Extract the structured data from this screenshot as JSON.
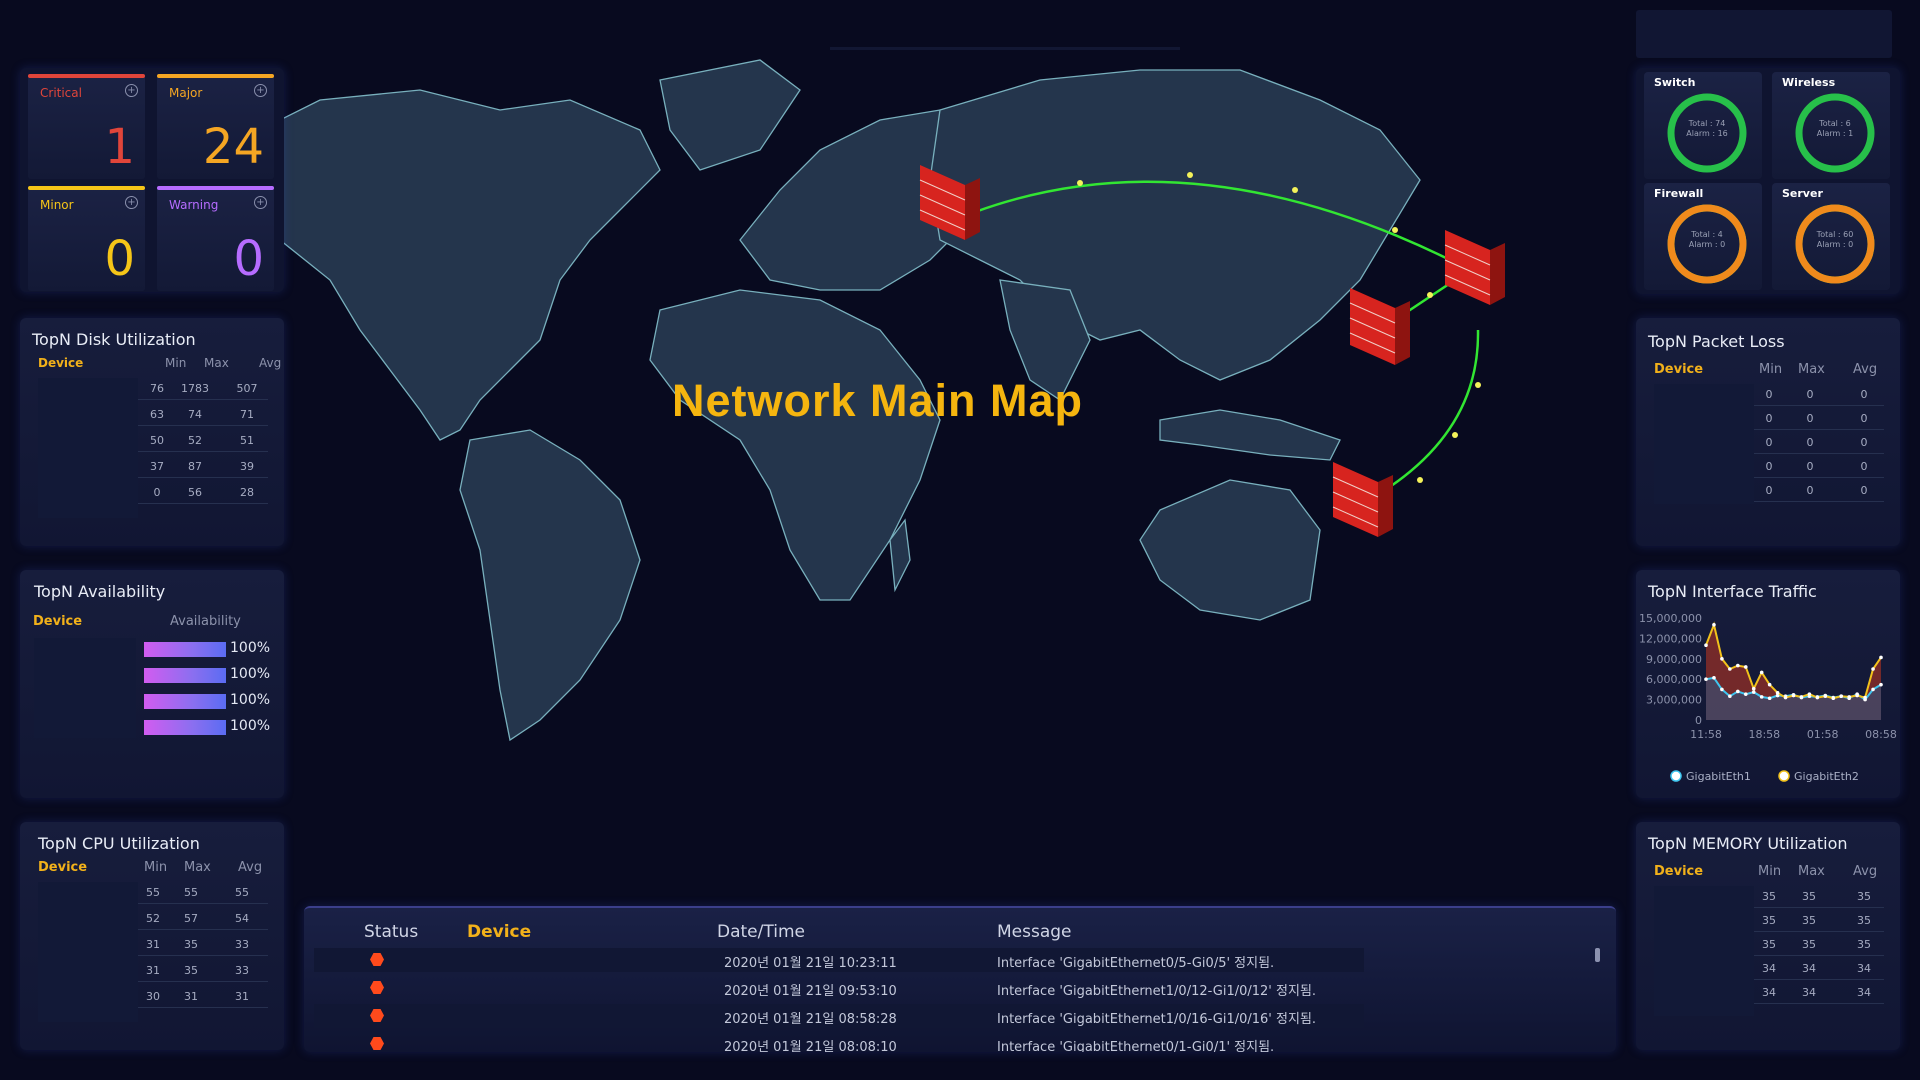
{
  "map_title": "Network Main Map",
  "alarms": [
    {
      "label": "Critical",
      "value": "1",
      "color": "#e0453a"
    },
    {
      "label": "Major",
      "value": "24",
      "color": "#f5a623"
    },
    {
      "label": "Minor",
      "value": "0",
      "color": "#f5c518"
    },
    {
      "label": "Warning",
      "value": "0",
      "color": "#b66cff"
    }
  ],
  "disk": {
    "title": "TopN Disk Utilization",
    "headers": {
      "device": "Device",
      "min": "Min",
      "max": "Max",
      "avg": "Avg"
    },
    "rows": [
      {
        "min": "76",
        "max": "1783",
        "avg": "507"
      },
      {
        "min": "63",
        "max": "74",
        "avg": "71"
      },
      {
        "min": "50",
        "max": "52",
        "avg": "51"
      },
      {
        "min": "37",
        "max": "87",
        "avg": "39"
      },
      {
        "min": "0",
        "max": "56",
        "avg": "28"
      }
    ]
  },
  "availability": {
    "title": "TopN Availability",
    "headers": {
      "device": "Device",
      "availability": "Availability"
    },
    "rows": [
      {
        "value": "100%"
      },
      {
        "value": "100%"
      },
      {
        "value": "100%"
      },
      {
        "value": "100%"
      }
    ]
  },
  "cpu": {
    "title": "TopN CPU Utilization",
    "headers": {
      "device": "Device",
      "min": "Min",
      "max": "Max",
      "avg": "Avg"
    },
    "rows": [
      {
        "min": "55",
        "max": "55",
        "avg": "55"
      },
      {
        "min": "52",
        "max": "57",
        "avg": "54"
      },
      {
        "min": "31",
        "max": "35",
        "avg": "33"
      },
      {
        "min": "31",
        "max": "35",
        "avg": "33"
      },
      {
        "min": "30",
        "max": "31",
        "avg": "31"
      }
    ]
  },
  "gauges": [
    {
      "label": "Switch",
      "total": "Total : 74",
      "alarm": "Alarm : 16",
      "alarm_fraction": 0.22
    },
    {
      "label": "Wireless",
      "total": "Total : 6",
      "alarm": "Alarm : 1",
      "alarm_fraction": 0.17
    },
    {
      "label": "Firewall",
      "total": "Total : 4",
      "alarm": "Alarm : 0",
      "alarm_fraction": 0
    },
    {
      "label": "Server",
      "total": "Total : 60",
      "alarm": "Alarm : 0",
      "alarm_fraction": 0
    }
  ],
  "packet_loss": {
    "title": "TopN Packet Loss",
    "headers": {
      "device": "Device",
      "min": "Min",
      "max": "Max",
      "avg": "Avg"
    },
    "rows": [
      {
        "min": "0",
        "max": "0",
        "avg": "0"
      },
      {
        "min": "0",
        "max": "0",
        "avg": "0"
      },
      {
        "min": "0",
        "max": "0",
        "avg": "0"
      },
      {
        "min": "0",
        "max": "0",
        "avg": "0"
      },
      {
        "min": "0",
        "max": "0",
        "avg": "0"
      }
    ]
  },
  "traffic": {
    "title": "TopN Interface Traffic",
    "y_ticks": [
      "15,000,000",
      "12,000,000",
      "9,000,000",
      "6,000,000",
      "3,000,000",
      "0"
    ],
    "x_ticks": [
      "11:58",
      "18:58",
      "01:58",
      "08:58"
    ],
    "legend": [
      "GigabitEth1",
      "GigabitEth2"
    ]
  },
  "chart_data": {
    "type": "line",
    "title": "TopN Interface Traffic",
    "x": [
      "11:58",
      "",
      "",
      "",
      "",
      "",
      "",
      "18:58",
      "",
      "",
      "",
      "",
      "",
      "",
      "01:58",
      "",
      "",
      "",
      "",
      "",
      "",
      "08:58",
      ""
    ],
    "ylim": [
      0,
      15000000
    ],
    "series": [
      {
        "name": "GigabitEth1",
        "color": "#3fc6f0",
        "values": [
          6000000,
          6200000,
          4500000,
          3500000,
          4200000,
          3800000,
          4100000,
          3400000,
          3200000,
          3600000,
          3500000,
          3700000,
          3300000,
          3500000,
          3400000,
          3600000,
          3300000,
          3500000,
          3200000,
          3800000,
          3000000,
          4500000,
          5200000
        ]
      },
      {
        "name": "GigabitEth2",
        "color": "#f2c21b",
        "values": [
          11000000,
          14000000,
          9000000,
          7500000,
          8000000,
          7800000,
          4600000,
          7000000,
          5200000,
          4000000,
          3300000,
          3600000,
          3400000,
          3800000,
          3300000,
          3500000,
          3200000,
          3500000,
          3400000,
          3600000,
          3300000,
          7500000,
          9200000
        ]
      }
    ],
    "legend": "bottom"
  },
  "memory": {
    "title": "TopN MEMORY Utilization",
    "headers": {
      "device": "Device",
      "min": "Min",
      "max": "Max",
      "avg": "Avg"
    },
    "rows": [
      {
        "min": "35",
        "max": "35",
        "avg": "35"
      },
      {
        "min": "35",
        "max": "35",
        "avg": "35"
      },
      {
        "min": "35",
        "max": "35",
        "avg": "35"
      },
      {
        "min": "34",
        "max": "34",
        "avg": "34"
      },
      {
        "min": "34",
        "max": "34",
        "avg": "34"
      }
    ]
  },
  "events": {
    "headers": {
      "status": "Status",
      "device": "Device",
      "datetime": "Date/Time",
      "message": "Message"
    },
    "rows": [
      {
        "datetime": "2020년 01월 21일 10:23:11",
        "message": "Interface 'GigabitEthernet0/5-Gi0/5' 정지됨."
      },
      {
        "datetime": "2020년 01월 21일 09:53:10",
        "message": "Interface 'GigabitEthernet1/0/12-Gi1/0/12' 정지됨."
      },
      {
        "datetime": "2020년 01월 21일 08:58:28",
        "message": "Interface 'GigabitEthernet1/0/16-Gi1/0/16' 정지됨."
      },
      {
        "datetime": "2020년 01월 21일 08:08:10",
        "message": "Interface 'GigabitEthernet0/1-Gi0/1' 정지됨."
      }
    ]
  }
}
